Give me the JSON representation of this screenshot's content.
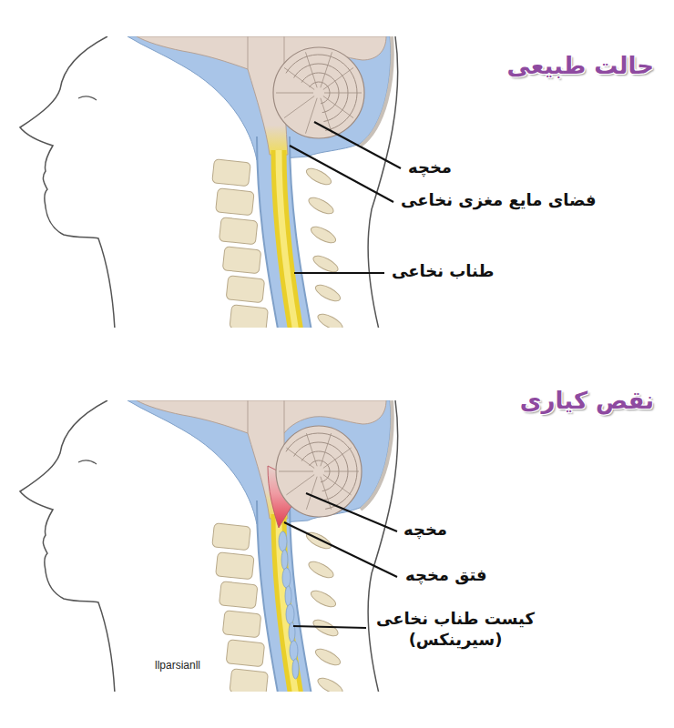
{
  "diagram": {
    "labels": [
      "حالت طبیعی",
      "مخچه",
      "فضای مایع مغزی نخاعی",
      "طناب نخاعی",
      "نقص کیاری",
      "مخچه",
      "فتق مخچه",
      "کیست طناب نخاعی (سیرینکس)",
      "llparsianll"
    ]
  }
}
